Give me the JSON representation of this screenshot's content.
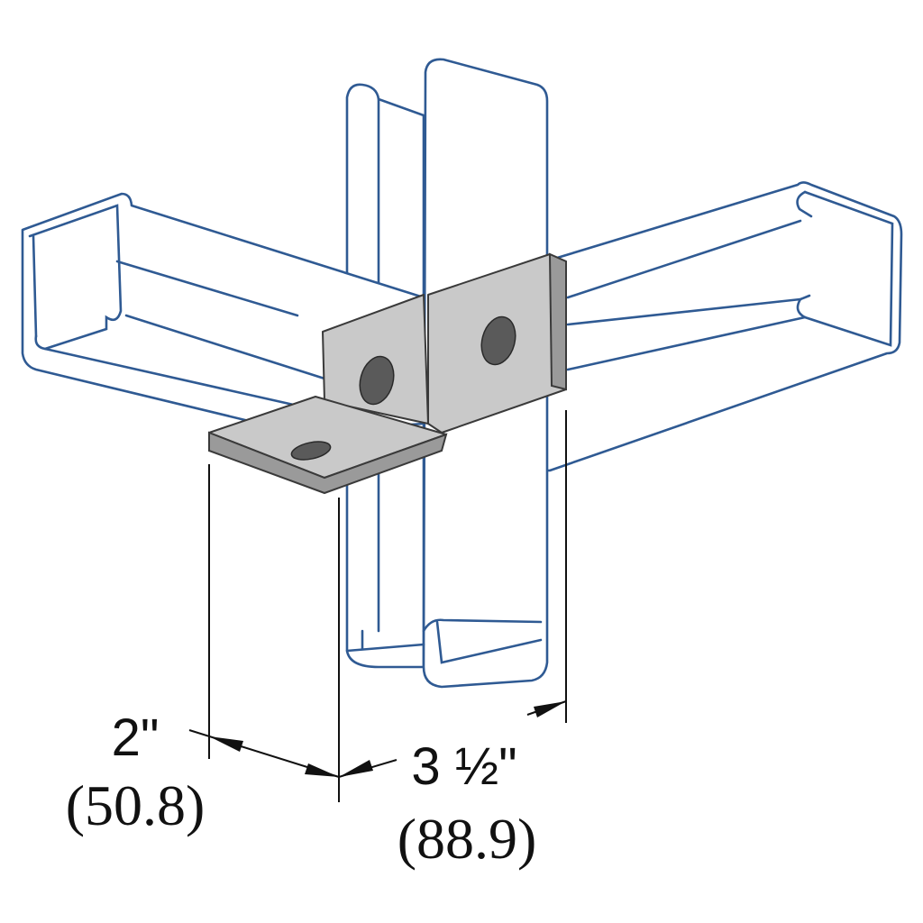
{
  "diagram": {
    "subject": "strut-fitting-bracket",
    "colors": {
      "strut": "#2f5a93",
      "plate": "#c9c9c9"
    },
    "dimensions": [
      {
        "imperial": "2\"",
        "metric": "(50.8)"
      },
      {
        "imperial": "3 ½\"",
        "metric": "(88.9)"
      }
    ]
  }
}
